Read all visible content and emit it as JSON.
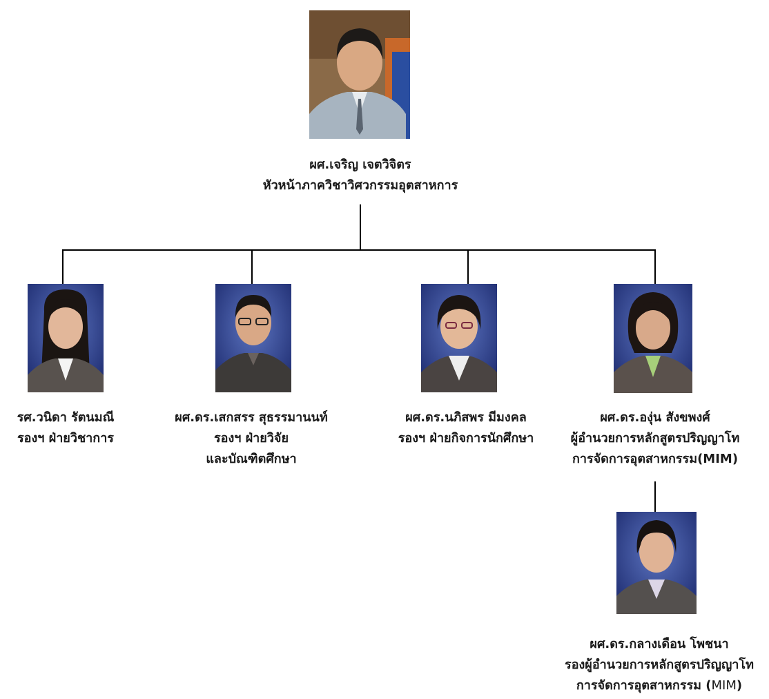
{
  "head": {
    "name": "ผศ.เจริญ เจตวิจิตร",
    "title": "หัวหน้าภาควิชาวิศวกรรมอุตสาหการ",
    "photo_icon": "person-photo"
  },
  "deputies": [
    {
      "name": "รศ.วนิดา รัตนมณี",
      "role_lines": [
        "รองฯ ฝ่ายวิชาการ"
      ],
      "photo_icon": "person-photo"
    },
    {
      "name": "ผศ.ดร.เสกสรร สุธรรมานนท์",
      "role_lines": [
        "รองฯ ฝ่ายวิจัย",
        "และบัณฑิตศึกษา"
      ],
      "photo_icon": "person-photo"
    },
    {
      "name": "ผศ.ดร.นภิสพร มีมงคล",
      "role_lines": [
        "รองฯ ฝ่ายกิจการนักศึกษา"
      ],
      "photo_icon": "person-photo"
    },
    {
      "name": "ผศ.ดร.องุ่น สังขพงศ์",
      "role_lines": [
        "ผู้อำนวยการหลักสูตรปริญญาโท",
        "การจัดการอุตสาหกรรม(MIM)"
      ],
      "photo_icon": "person-photo"
    }
  ],
  "sub": {
    "name": "ผศ.ดร.กลางเดือน โพชนา",
    "role_lines": [
      "รองผู้อำนวยการหลักสูตรปริญญาโท",
      "การจัดการอุตสาหกรรม (",
      "MIM",
      ")"
    ],
    "photo_icon": "person-photo"
  }
}
